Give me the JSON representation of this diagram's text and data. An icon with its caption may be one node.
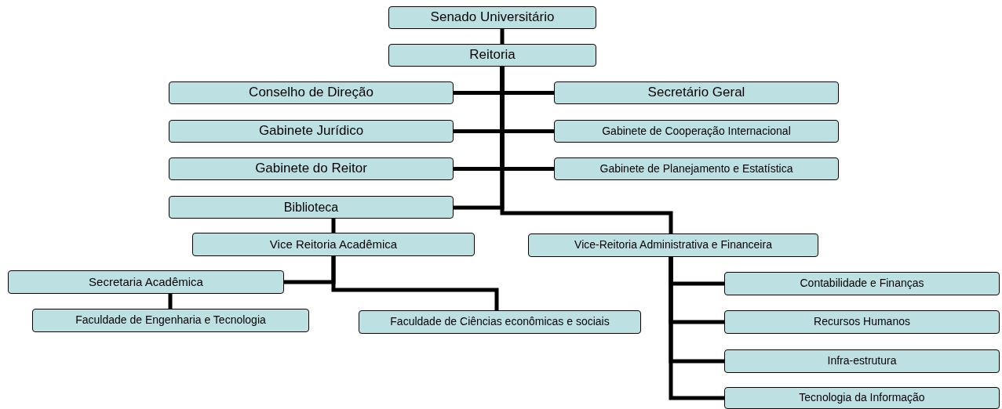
{
  "diagram": {
    "nodes": [
      {
        "text": [
          "Senado Universitário"
        ]
      },
      {
        "text": [
          "Reitoria"
        ]
      },
      {
        "text": [
          "Conselho de Direção"
        ]
      },
      {
        "text": [
          "Secretário Geral"
        ]
      },
      {
        "text": [
          "Gabinete Jurídico"
        ]
      },
      {
        "text": [
          "Gabinete de Cooperação Internacional"
        ]
      },
      {
        "text": [
          "Gabinete do Reitor"
        ]
      },
      {
        "text": [
          "Gabinete de Planejamento e Estatística"
        ]
      },
      {
        "text": [
          "Biblioteca"
        ]
      },
      {
        "text": [
          "Vice Reitoria Acadêmica"
        ]
      },
      {
        "text": [
          "Vice-Reitoria Administrativa e Financeira"
        ]
      },
      {
        "text": [
          "Secretaria Acadêmica"
        ]
      },
      {
        "text": [
          "Faculdade de Engenharia e Tecnologia"
        ]
      },
      {
        "text": [
          "Faculdade de Ciências econômicas e sociais"
        ]
      },
      {
        "text": [
          "Contabilidade e Finanças"
        ]
      },
      {
        "text": [
          "Recursos Humanos"
        ]
      },
      {
        "text": [
          "Infra-estrutura"
        ]
      },
      {
        "text": [
          "Tecnologia da Informação"
        ]
      }
    ],
    "edges": [
      {
        "from": 0,
        "to": 1,
        "arrow": "none"
      },
      {
        "from": 1,
        "to": 2,
        "arrow": "none"
      },
      {
        "from": 1,
        "to": 3,
        "arrow": "none"
      },
      {
        "from": 1,
        "to": 4,
        "arrow": "none"
      },
      {
        "from": 1,
        "to": 5,
        "arrow": "none"
      },
      {
        "from": 1,
        "to": 6,
        "arrow": "none"
      },
      {
        "from": 1,
        "to": 7,
        "arrow": "none"
      },
      {
        "from": 1,
        "to": 8,
        "arrow": "none"
      },
      {
        "from": 1,
        "to": 10,
        "arrow": "none"
      },
      {
        "from": 8,
        "to": 9,
        "arrow": "none"
      },
      {
        "from": 9,
        "to": 11,
        "arrow": "none"
      },
      {
        "from": 9,
        "to": 13,
        "arrow": "none"
      },
      {
        "from": 11,
        "to": 12,
        "arrow": "none"
      },
      {
        "from": 10,
        "to": 14,
        "arrow": "none"
      },
      {
        "from": 10,
        "to": 15,
        "arrow": "none"
      },
      {
        "from": 10,
        "to": 16,
        "arrow": "none"
      },
      {
        "from": 10,
        "to": 17,
        "arrow": "none"
      }
    ]
  }
}
